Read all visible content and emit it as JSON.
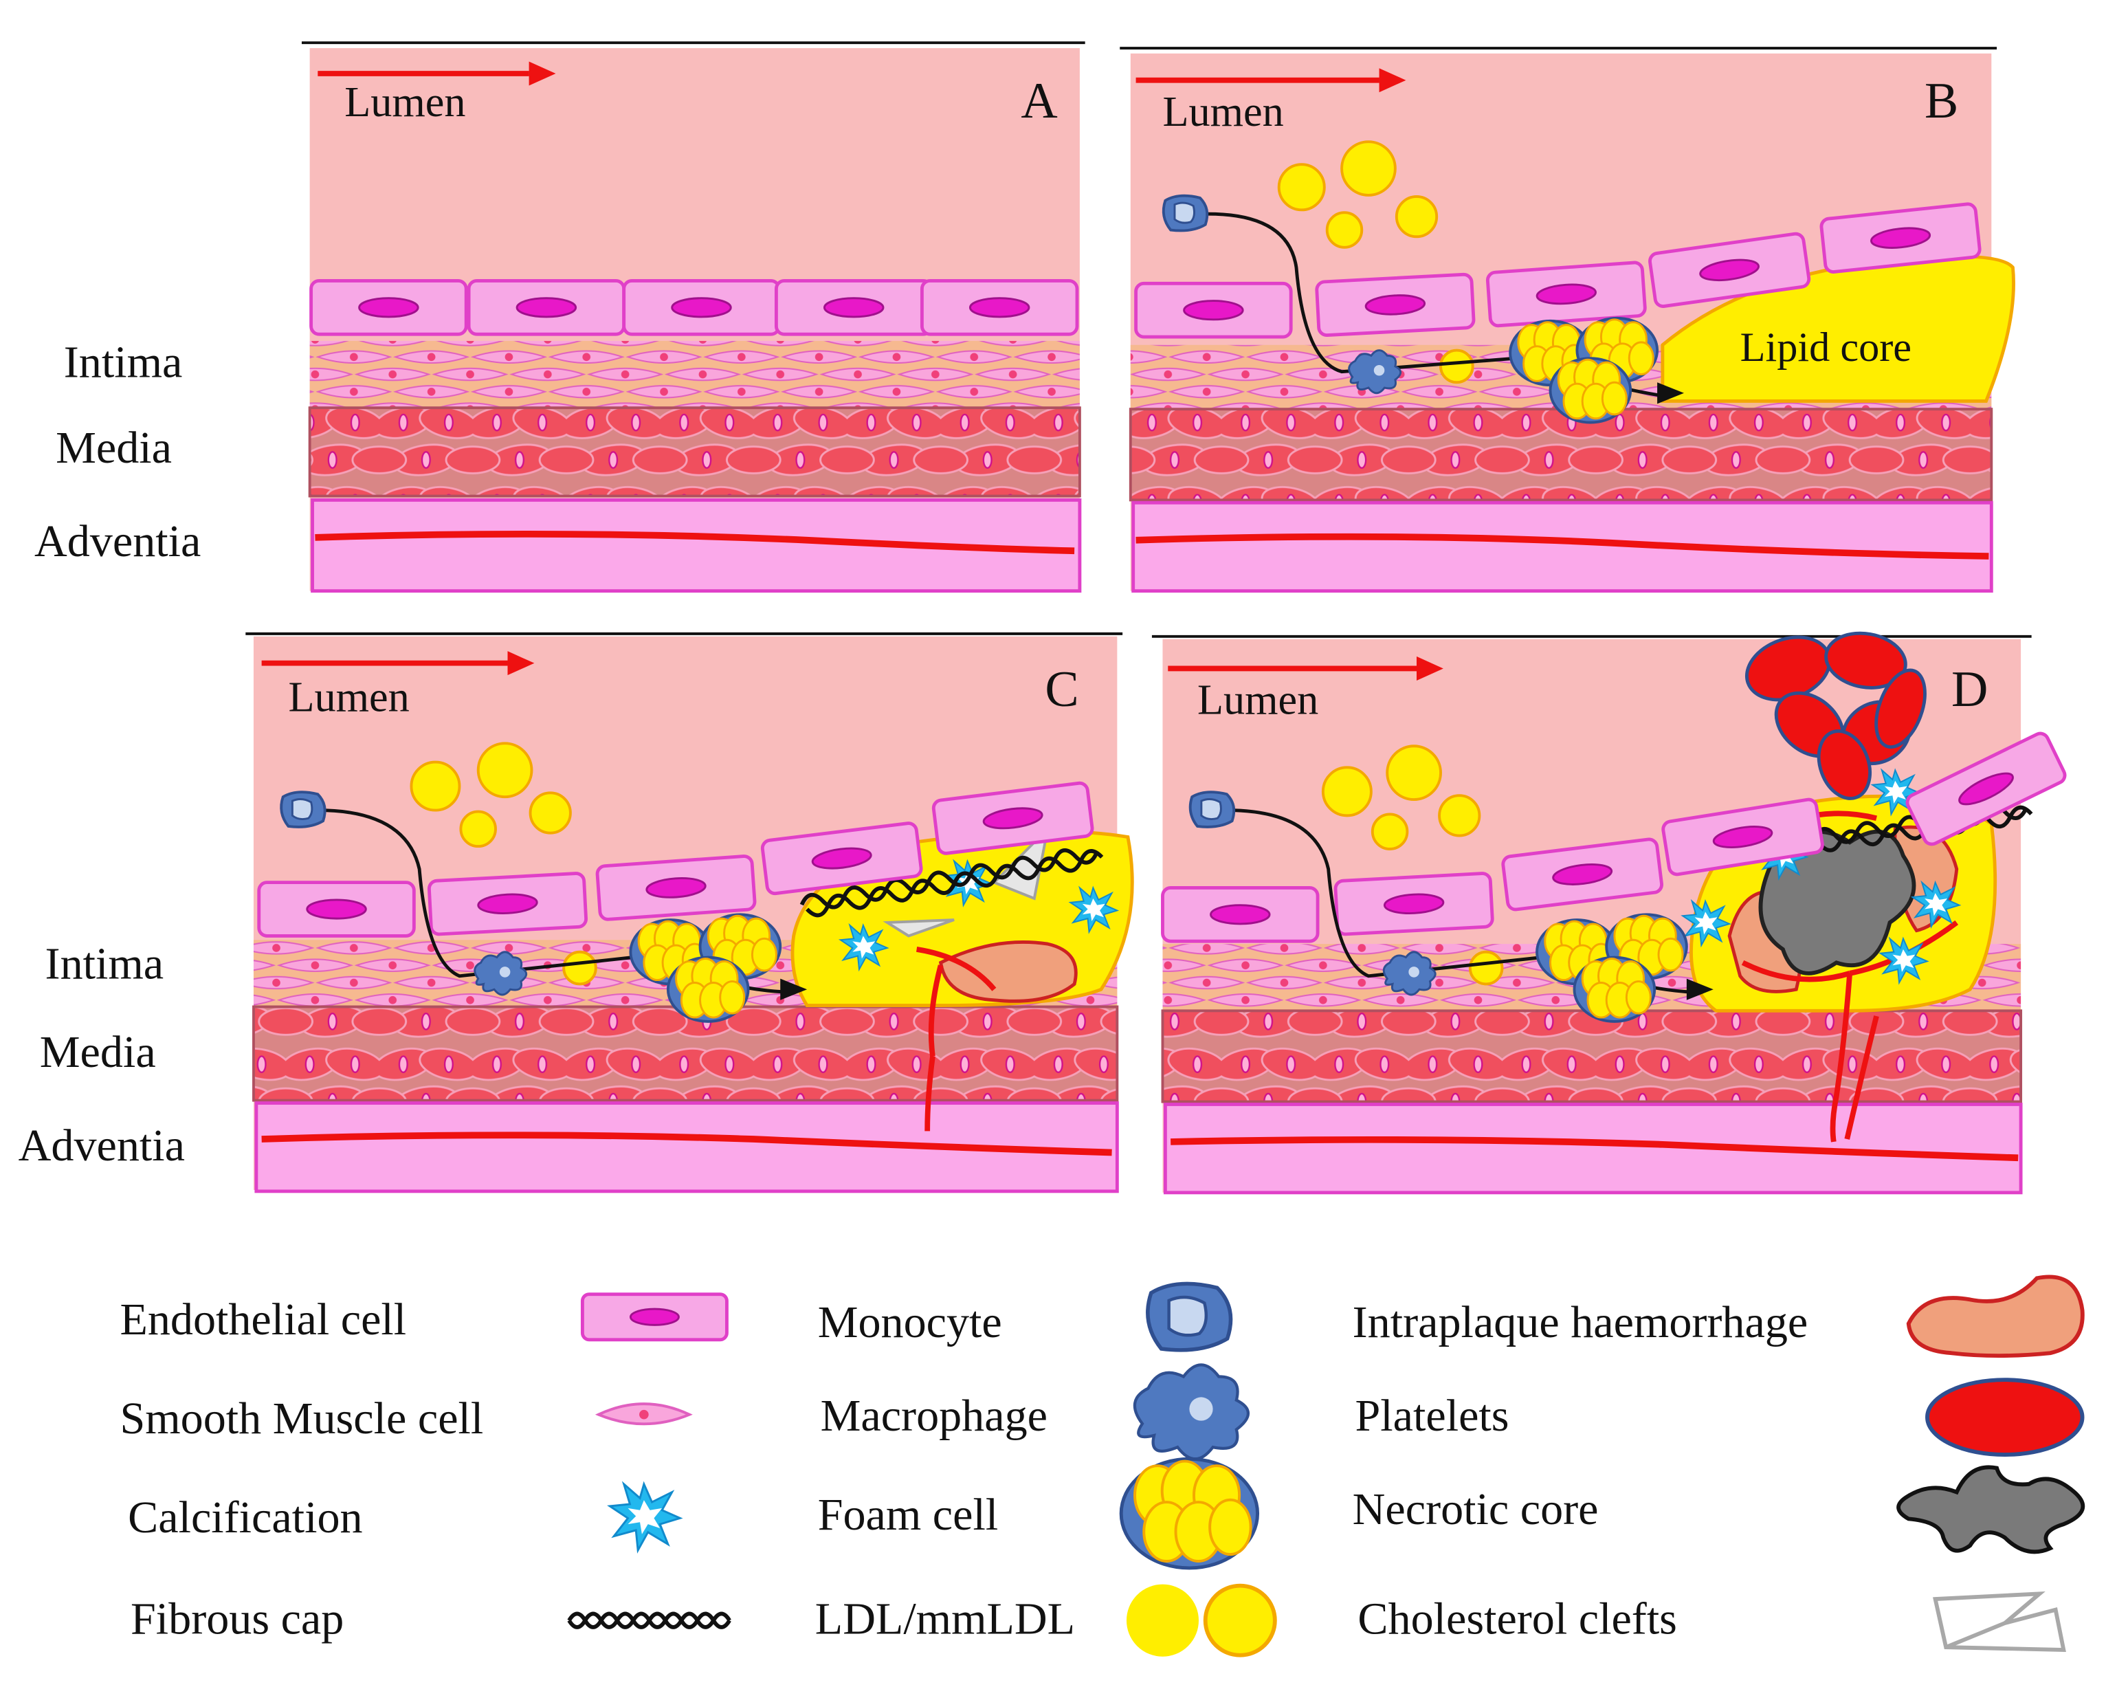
{
  "panels": [
    {
      "letter": "A",
      "lumen": "Lumen"
    },
    {
      "letter": "B",
      "lumen": "Lumen",
      "lipid_core": "Lipid core"
    },
    {
      "letter": "C",
      "lumen": "Lumen"
    },
    {
      "letter": "D",
      "lumen": "Lumen"
    }
  ],
  "layer_labels": {
    "top": [
      "Intima",
      "Media",
      "Adventia"
    ],
    "bottom": [
      "Intima",
      "Media",
      "Adventia"
    ]
  },
  "legend": {
    "col1": [
      "Endothelial cell",
      "Smooth Muscle cell",
      "Calcification",
      "Fibrous cap"
    ],
    "col2": [
      "Monocyte",
      "Macrophage",
      "Foam cell",
      "LDL/mmLDL"
    ],
    "col3": [
      "Intraplaque haemorrhage",
      "Platelets",
      "Necrotic core",
      "Cholesterol clefts"
    ]
  },
  "colors": {
    "lumen": "#f9bcbc",
    "endothelial": "#f7a8e6",
    "endothelial_border": "#e040c8",
    "nucleus": "#e818c8",
    "intima": "#f6b990",
    "smc": "#f9a6dc",
    "media": "#d88484",
    "media_cell": "#f04f5e",
    "adventitia": "#fba9ea",
    "vessel": "#ee1111",
    "arrow": "#ee1111",
    "ldl": "#ffee00",
    "ldl_border": "#f4a800",
    "lipid_core": "#ffee00",
    "monocyte": "#4f79c0",
    "haemorrhage": "#f0a07c",
    "platelet": "#ee1111",
    "necrotic": "#7a7a7a",
    "calcification": "#22b8ee"
  }
}
